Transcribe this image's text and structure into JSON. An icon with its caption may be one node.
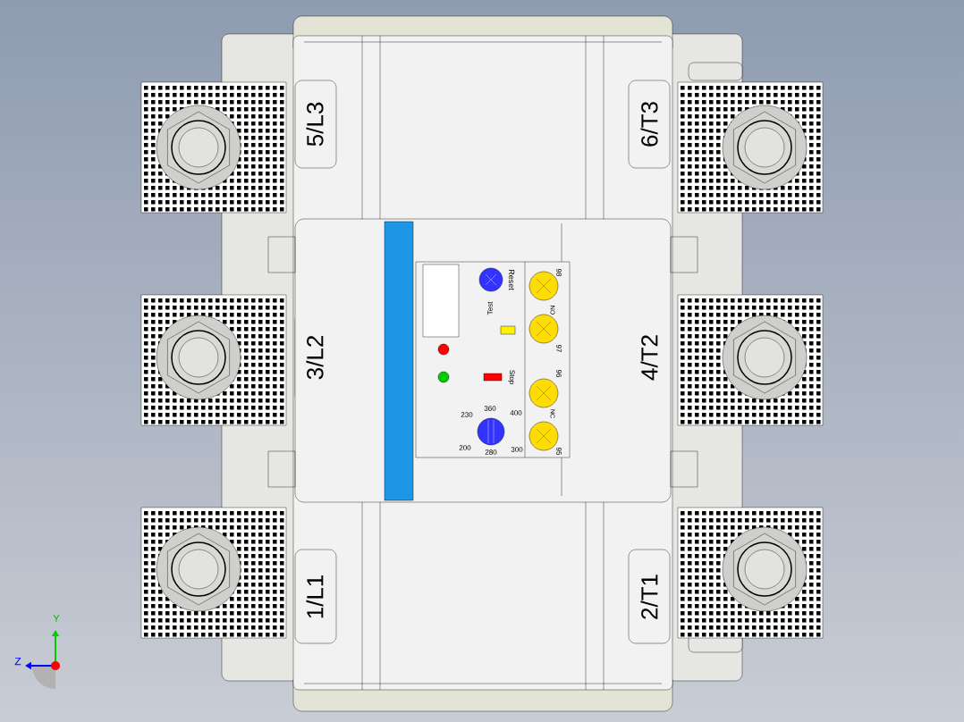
{
  "diagram": {
    "labels": [
      "5/L3",
      "6/T3",
      "Reset",
      "98",
      "Test",
      "NO",
      "3/L2",
      "4/T2",
      "97",
      "Stop",
      "96",
      "230",
      "360",
      "400",
      "NC",
      "200",
      "280",
      "300",
      "95",
      "1/L1",
      "2/T1",
      "Y",
      "Z"
    ]
  }
}
